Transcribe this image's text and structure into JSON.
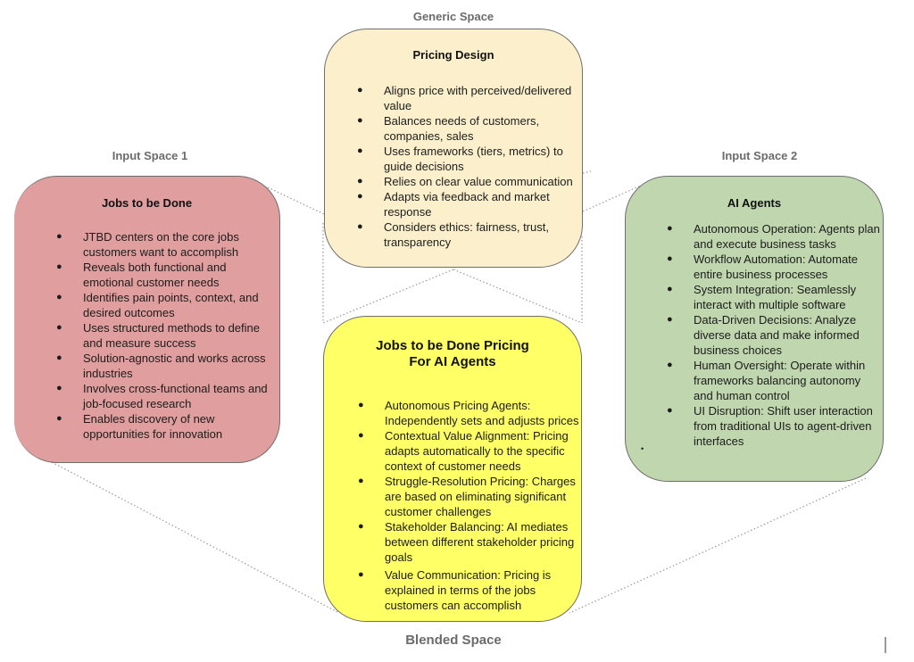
{
  "labels": {
    "generic_space": "Generic Space",
    "input_space_1": "Input Space 1",
    "input_space_2": "Input Space 2",
    "blended_space": "Blended Space"
  },
  "generic": {
    "title": "Pricing Design",
    "color": "#fcf0cc",
    "items": [
      "Aligns price with perceived/delivered value",
      "Balances needs of customers, companies, sales",
      "Uses frameworks (tiers, metrics) to guide decisions",
      "Relies on clear value communication",
      "Adapts via feedback and market response",
      "Considers ethics: fairness, trust, transparency"
    ]
  },
  "input1": {
    "title": "Jobs to be Done",
    "color": "#e09e9e",
    "items": [
      "JTBD centers on the core jobs customers want to accomplish",
      "Reveals both functional and emotional customer needs",
      "Identifies pain points, context, and desired outcomes",
      "Uses structured methods to define and measure success",
      "Solution-agnostic and works across industries",
      "Involves cross-functional teams and job-focused research",
      "Enables discovery of new opportunities for innovation"
    ]
  },
  "input2": {
    "title": "AI Agents",
    "color": "#bfd6ae",
    "items": [
      "Autonomous Operation: Agents plan and execute business tasks",
      "Workflow Automation: Automate entire business processes",
      "System Integration: Seamlessly interact with multiple software",
      "Data-Driven Decisions: Analyze diverse data and make informed business choices",
      "Human Oversight: Operate within frameworks balancing autonomy and human control",
      "UI Disruption: Shift user interaction from traditional UIs to agent-driven interfaces"
    ],
    "stray_bullet": "•"
  },
  "blended": {
    "title_line1": "Jobs to be Done Pricing",
    "title_line2": "For AI Agents",
    "color": "#ffff66",
    "items": [
      "Autonomous Pricing Agents: Independently sets and adjusts prices",
      "Contextual Value Alignment: Pricing adapts automatically to the specific context of customer needs",
      "Struggle-Resolution Pricing: Charges are based on eliminating significant customer challenges",
      "Stakeholder Balancing: AI mediates between different stakeholder pricing goals",
      "Value Communication: Pricing is explained in terms of the jobs customers can accomplish"
    ]
  },
  "bullet_glyph": "●"
}
